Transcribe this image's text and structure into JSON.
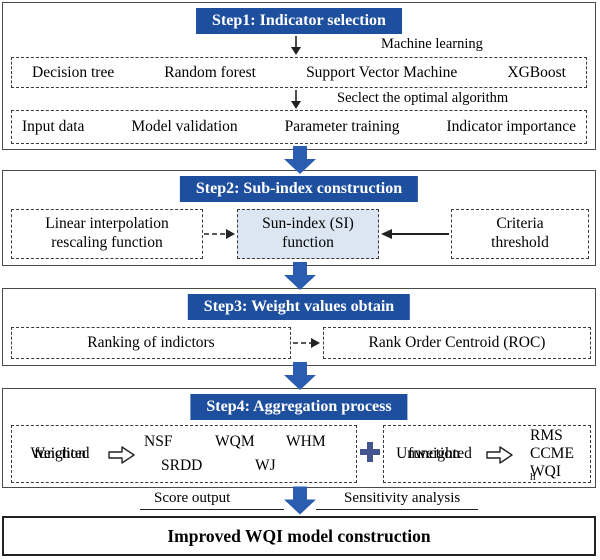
{
  "colors": {
    "header_bg": "#1e4f9f",
    "header_text": "#ffffff",
    "arrow_blue": "#2a5caf",
    "si_fill": "#dce6f3",
    "plus_color": "#44548f"
  },
  "step1": {
    "title": "Step1: Indicator selection",
    "arrow_label_top": "Machine learning",
    "algorithms": [
      "Decision tree",
      "Random forest",
      "Support Vector Machine",
      "XGBoost"
    ],
    "arrow_label_bottom": "Seclect the optimal algorithm",
    "process_items": [
      "Input data",
      "Model validation",
      "Parameter training",
      "Indicator importance"
    ]
  },
  "step2": {
    "title": "Step2: Sub-index construction",
    "left_box_line1": "Linear interpolation",
    "left_box_line2": "rescaling function",
    "center_box_line1": "Sun-index (SI)",
    "center_box_line2": "function",
    "right_box_line1": "Criteria",
    "right_box_line2": "threshold"
  },
  "step3": {
    "title": "Step3: Weight values obtain",
    "left_box": "Ranking of indictors",
    "right_box": "Rank Order Centroid (ROC)"
  },
  "step4": {
    "title": "Step4: Aggregation process",
    "weighted_label_line1": "Weighted",
    "weighted_label_line2": "function",
    "weighted_methods_row1": [
      "NSF",
      "WQM",
      "WHM"
    ],
    "weighted_methods_row2": [
      "SRDD",
      "WJ"
    ],
    "unweighted_label_line1": "Unweighted",
    "unweighted_label_line2": "function",
    "unweighted_methods": [
      "RMS",
      "CCME",
      "WQI"
    ],
    "wqi_subscript": "h"
  },
  "footer": {
    "score_label": "Score output",
    "sensitivity_label": "Sensitivity analysis",
    "title": "Improved WQI model construction"
  }
}
